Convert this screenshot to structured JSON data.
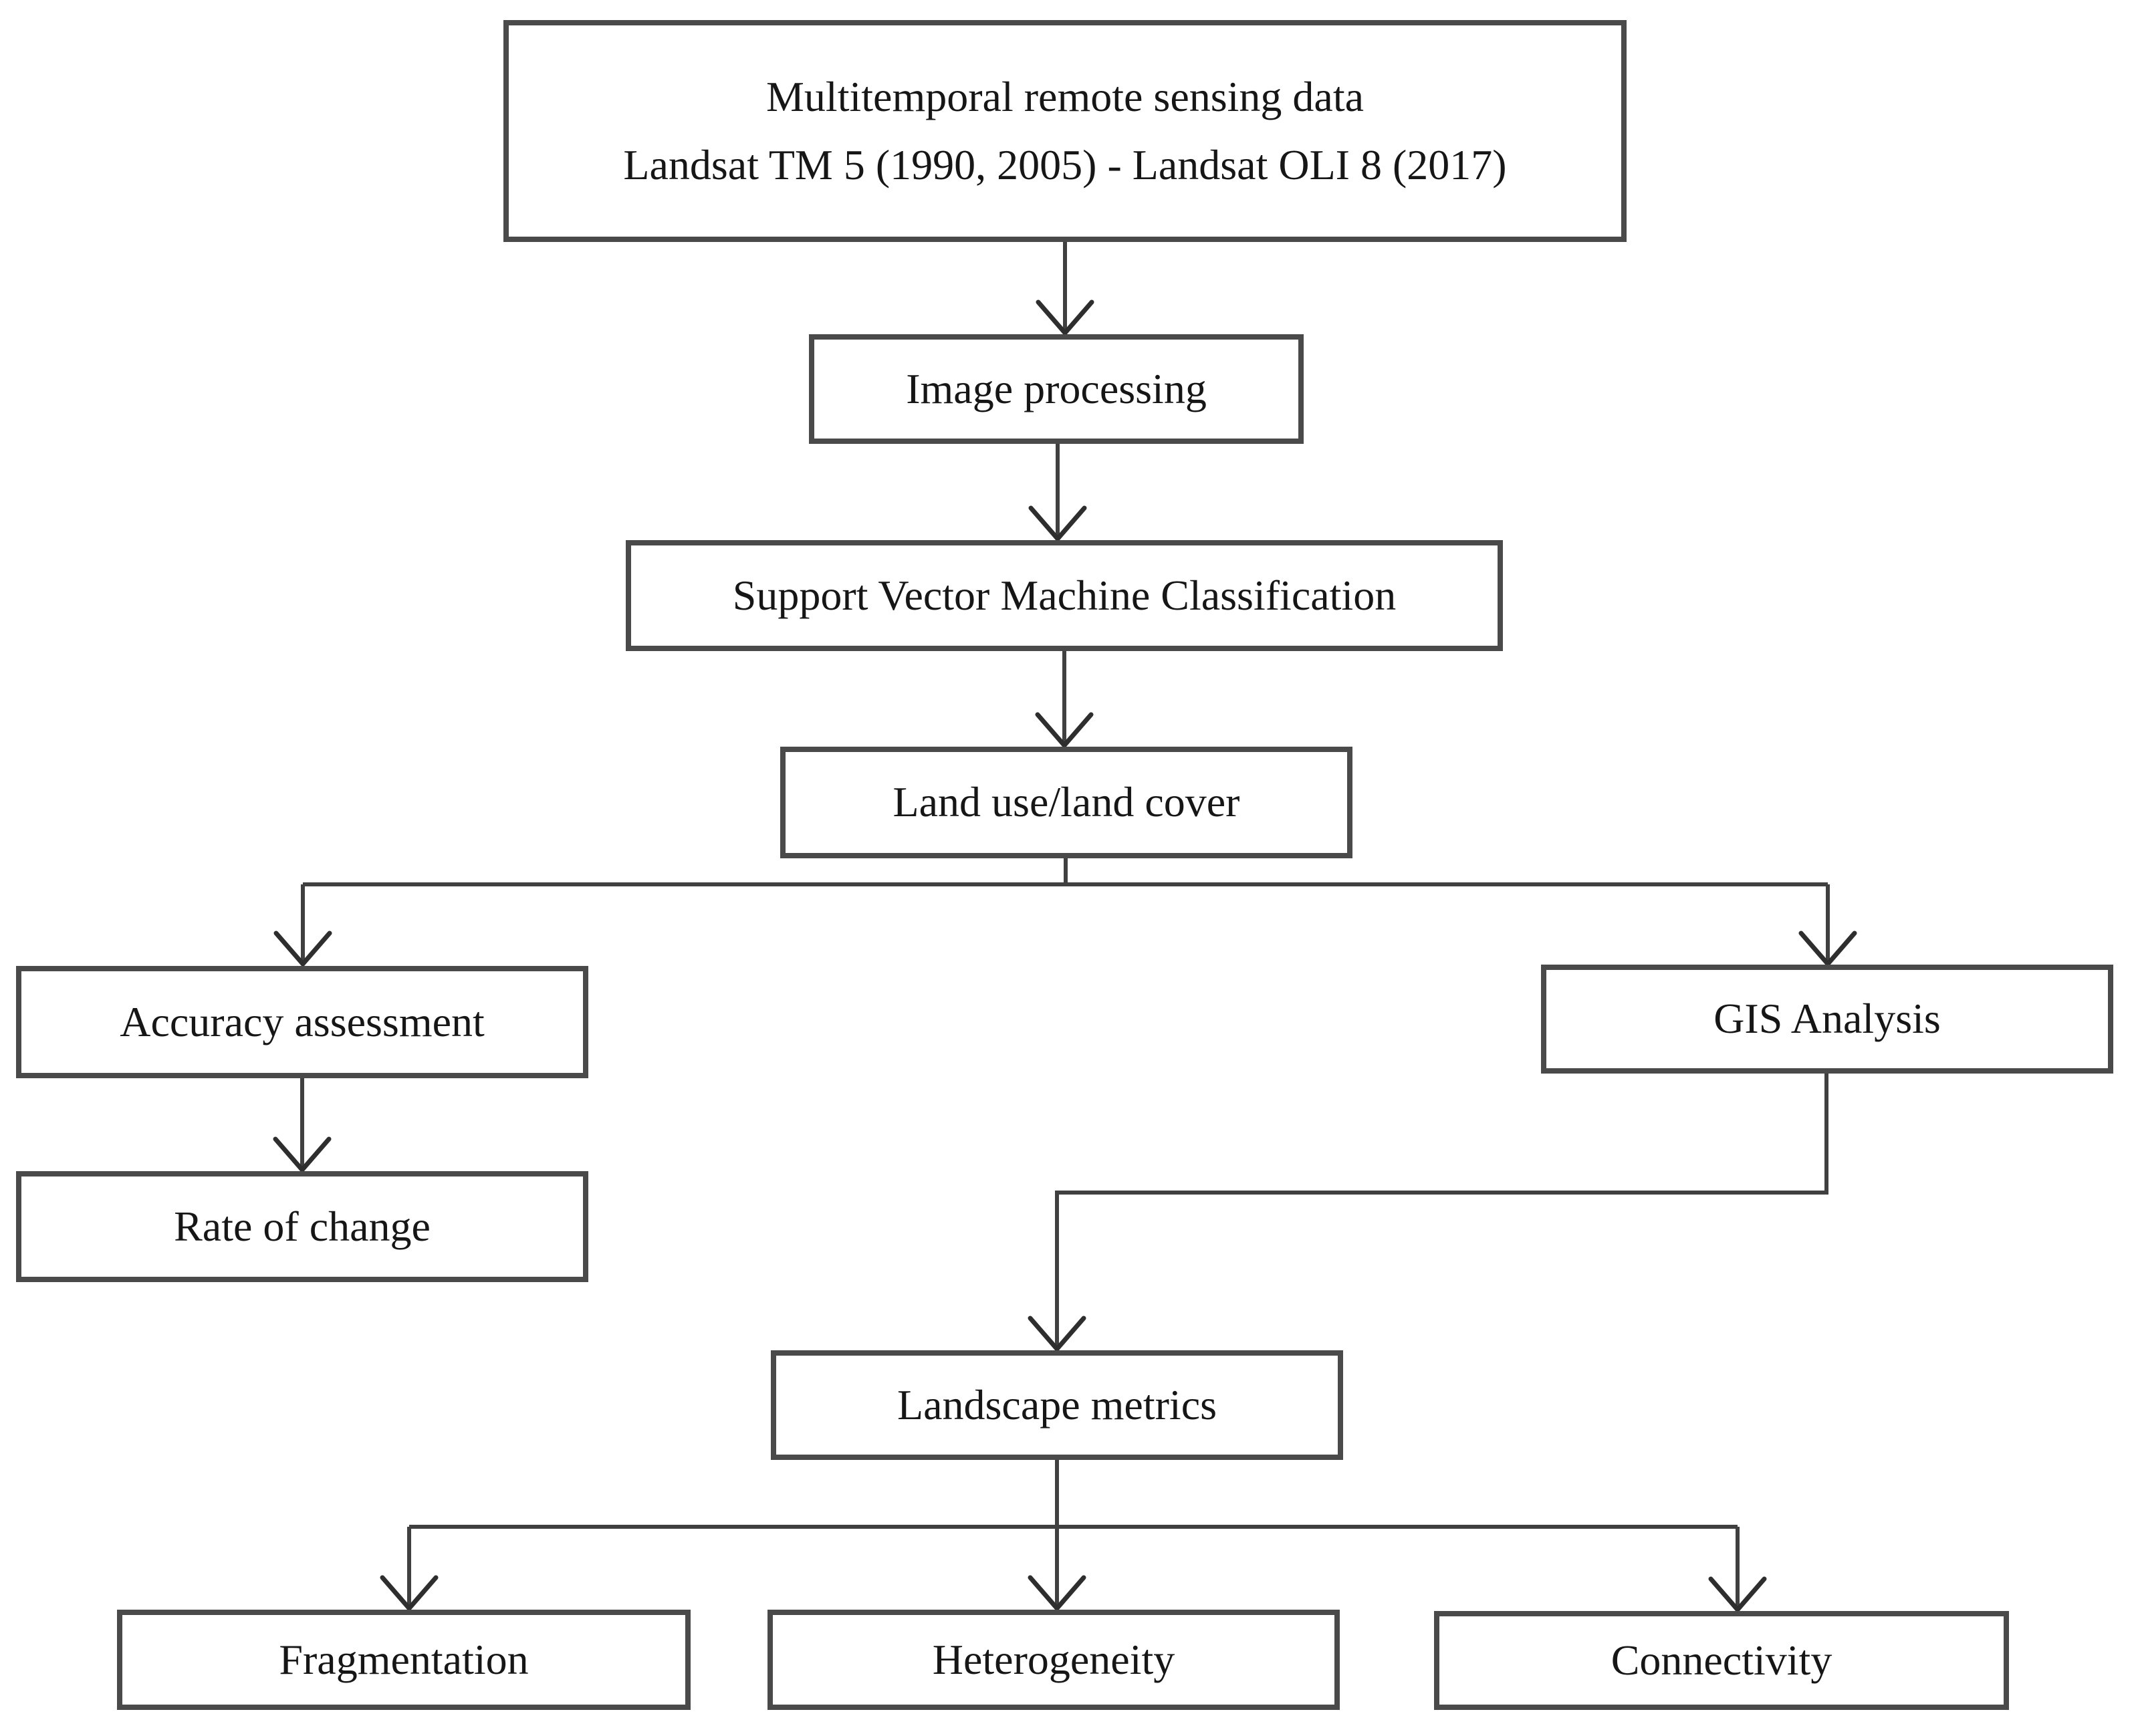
{
  "diagram": {
    "type": "flowchart",
    "nodes": {
      "multitemporal": {
        "line1": "Multitemporal remote sensing data",
        "line2": "Landsat TM 5 (1990, 2005) - Landsat OLI 8 (2017)"
      },
      "image_processing": {
        "label": "Image processing"
      },
      "svm": {
        "label": "Support Vector Machine Classification"
      },
      "lulc": {
        "label": "Land use/land cover"
      },
      "accuracy": {
        "label": "Accuracy assessment"
      },
      "gis": {
        "label": "GIS Analysis"
      },
      "rate_of_change": {
        "label": "Rate of change"
      },
      "landscape_metrics": {
        "label": "Landscape metrics"
      },
      "fragmentation": {
        "label": "Fragmentation"
      },
      "heterogeneity": {
        "label": "Heterogeneity"
      },
      "connectivity": {
        "label": "Connectivity"
      }
    },
    "edges": [
      {
        "from": "multitemporal",
        "to": "image_processing"
      },
      {
        "from": "image_processing",
        "to": "svm"
      },
      {
        "from": "svm",
        "to": "lulc"
      },
      {
        "from": "lulc",
        "to": "accuracy"
      },
      {
        "from": "lulc",
        "to": "gis"
      },
      {
        "from": "accuracy",
        "to": "rate_of_change"
      },
      {
        "from": "gis",
        "to": "landscape_metrics"
      },
      {
        "from": "landscape_metrics",
        "to": "fragmentation"
      },
      {
        "from": "landscape_metrics",
        "to": "heterogeneity"
      },
      {
        "from": "landscape_metrics",
        "to": "connectivity"
      }
    ],
    "colors": {
      "background": "#ffffff",
      "box_border": "#4a4a4a",
      "line": "#404040",
      "text": "#161616"
    }
  }
}
